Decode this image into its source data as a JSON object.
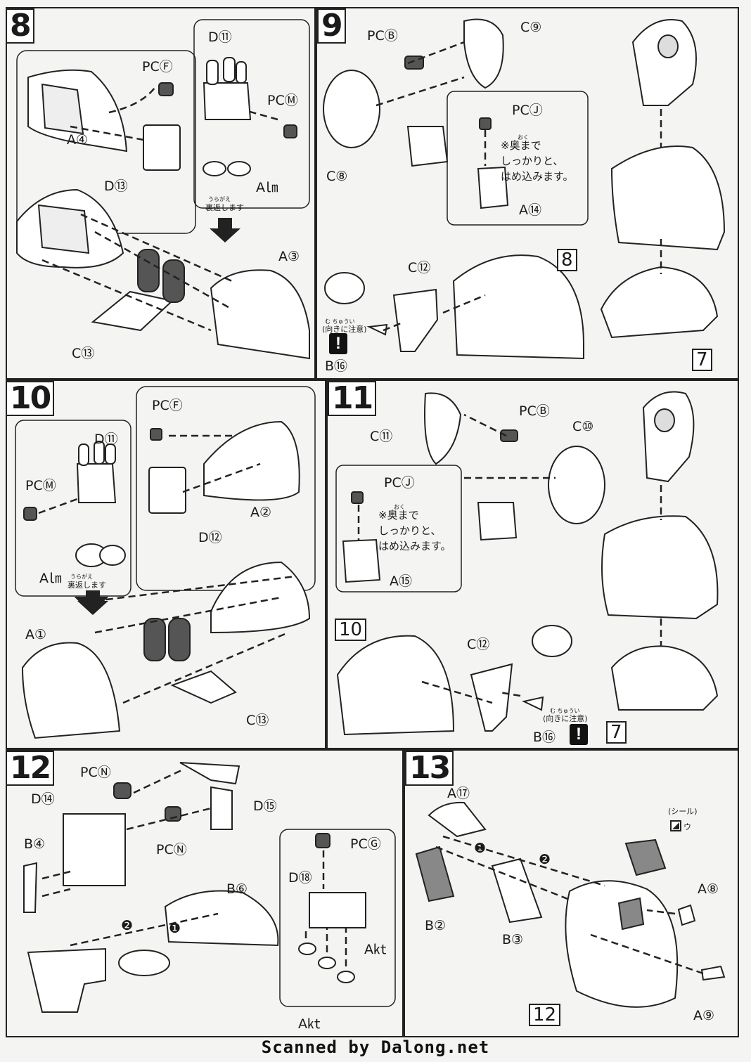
{
  "steps": {
    "s8": {
      "num": "8",
      "labels": {
        "pc_f": "PCⒻ",
        "a4": "A④",
        "d13": "D⑬",
        "d11": "D⑪",
        "pc_m": "PCⓂ",
        "a26": "A㏐",
        "uragaeshi": "裏返します",
        "uragaeshi_ruby": "うらがえ",
        "a3": "A③",
        "c13": "C⑬"
      }
    },
    "s9": {
      "num": "9",
      "labels": {
        "pc_b": "PCⒷ",
        "c9": "C⑨",
        "c8": "C⑧",
        "pc_j": "PCⒿ",
        "note": "※奥まで\nしっかりと、\nはめ込みます。",
        "note_ruby": "おく",
        "a14": "A⑭",
        "c12": "C⑫",
        "muki": "(向きに注意)",
        "muki_ruby": "む    ちゅうい",
        "b16": "B⑯",
        "ref8": "8",
        "ref7": "7"
      }
    },
    "s10": {
      "num": "10",
      "labels": {
        "pc_f": "PCⒻ",
        "d11": "D⑪",
        "pc_m": "PCⓂ",
        "a2": "A②",
        "d12": "D⑫",
        "a26": "A㏐",
        "uragaeshi": "裏返します",
        "uragaeshi_ruby": "うらがえ",
        "a1": "A①",
        "c13": "C⑬"
      }
    },
    "s11": {
      "num": "11",
      "labels": {
        "c11": "C⑪",
        "pc_b": "PCⒷ",
        "c10": "C⑩",
        "pc_j": "PCⒿ",
        "note": "※奥まで\nしっかりと、\nはめ込みます。",
        "note_ruby": "おく",
        "a15": "A⑮",
        "ref10": "10",
        "c12": "C⑫",
        "muki": "(向きに注意)",
        "muki_ruby": "む    ちゅうい",
        "b16": "B⑯",
        "ref7": "7"
      }
    },
    "s12": {
      "num": "12",
      "labels": {
        "pc_n1": "PCⓃ",
        "d14": "D⑭",
        "d15": "D⑮",
        "pc_n2": "PCⓃ",
        "b4": "B④",
        "b6": "B⑥",
        "pc_g": "PCⒼ",
        "d18": "D⑱",
        "a25a": "A㏏",
        "a25b": "A㏏",
        "order1": "❶",
        "order2": "❷"
      }
    },
    "s13": {
      "num": "13",
      "labels": {
        "a17": "A⑰",
        "seal": "(シール)",
        "seal_u": "ウ",
        "b2": "B②",
        "b3": "B③",
        "a8": "A⑧",
        "a9": "A⑨",
        "ref12": "12",
        "order1": "❶",
        "order2": "❷"
      }
    }
  },
  "warning_mark": "!",
  "footer": "Scanned by Dalong.net"
}
